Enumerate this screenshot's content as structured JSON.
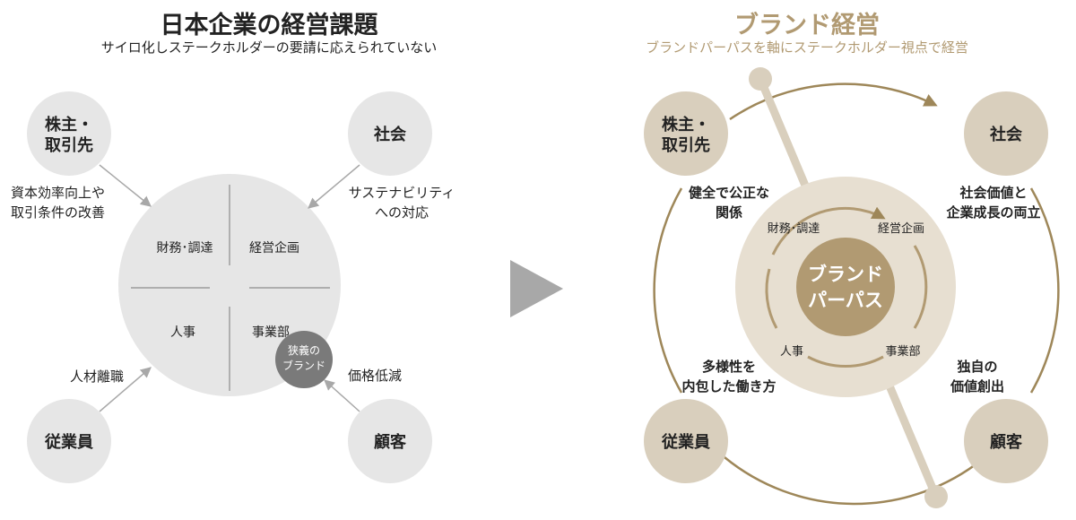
{
  "left": {
    "title": "日本企業の経営課題",
    "subtitle": "サイロ化しステークホルダーの要請に応えられていない",
    "stakeholders": {
      "shareholders": [
        "株主・",
        "取引先"
      ],
      "society": "社会",
      "employees": "従業員",
      "customers": "顧客"
    },
    "issues": {
      "shareholders": [
        "資本効率向上や",
        "取引条件の改善"
      ],
      "society": [
        "サステナビリティ",
        "への対応"
      ],
      "employees": "人材離職",
      "customers": "価格低減"
    },
    "departments": {
      "finance": "財務･調達",
      "planning": "経営企画",
      "hr": "人事",
      "business": "事業部"
    },
    "narrow_brand": [
      "狭義の",
      "ブランド"
    ]
  },
  "right": {
    "title": "ブランド経営",
    "subtitle": "ブランドパーパスを軸にステークホルダー視点で経営",
    "stakeholders": {
      "shareholders": [
        "株主・",
        "取引先"
      ],
      "society": "社会",
      "employees": "従業員",
      "customers": "顧客"
    },
    "values": {
      "shareholders": [
        "健全で公正な",
        "関係"
      ],
      "society": [
        "社会価値と",
        "企業成長の両立"
      ],
      "employees": [
        "多様性を",
        "内包した働き方"
      ],
      "customers": [
        "独自の",
        "価値創出"
      ]
    },
    "departments": {
      "finance": "財務･調達",
      "planning": "経営企画",
      "hr": "人事",
      "business": "事業部"
    },
    "purpose": [
      "ブランド",
      "パーパス"
    ]
  },
  "colors": {
    "gray_circle": "#e6e6e6",
    "dark_gray": "#7a7a7a",
    "arrow_gray": "#a8a8a8",
    "gold": "#b19a72",
    "gold_dark": "#9e8759",
    "beige": "#d9cfbd",
    "beige_light": "#e7dfd1"
  }
}
